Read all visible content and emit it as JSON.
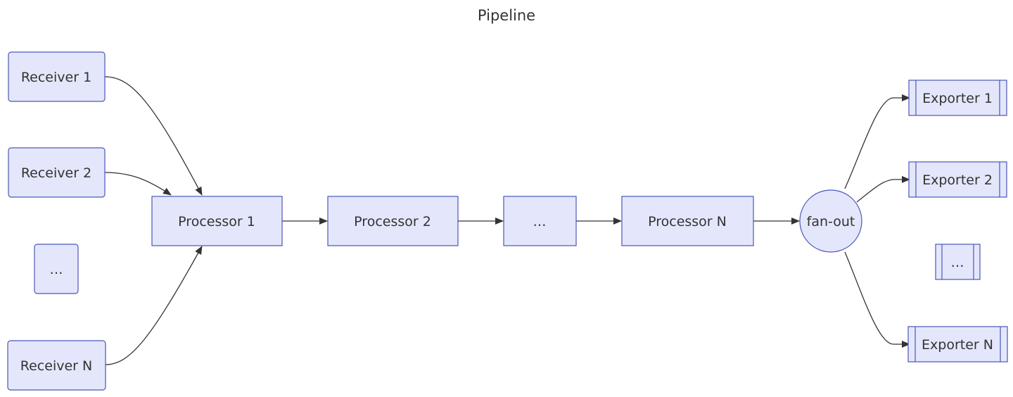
{
  "diagram": {
    "title": "Pipeline",
    "colors": {
      "node_fill": "#e4e7fb",
      "node_stroke": "#4a57b8",
      "edge": "#333333",
      "text": "#333333"
    },
    "receivers": [
      "Receiver 1",
      "Receiver 2",
      "…",
      "Receiver N"
    ],
    "processors": [
      "Processor 1",
      "Processor 2",
      "…",
      "Processor N"
    ],
    "fanout": "fan-out",
    "exporters": [
      "Exporter 1",
      "Exporter 2",
      "…",
      "Exporter N"
    ]
  }
}
